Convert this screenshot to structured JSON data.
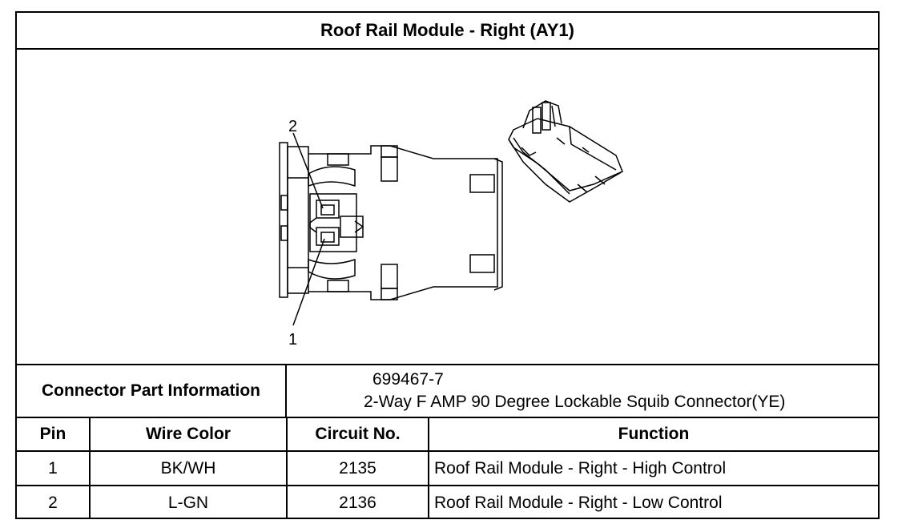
{
  "title": "Roof Rail Module - Right (AY1)",
  "drawing": {
    "callouts": [
      "2",
      "1"
    ]
  },
  "connector_info": {
    "label": "Connector Part Information",
    "part_number": "699467-7",
    "description": "2-Way F AMP 90 Degree Lockable Squib Connector(YE)"
  },
  "table": {
    "headers": [
      "Pin",
      "Wire Color",
      "Circuit No.",
      "Function"
    ],
    "rows": [
      {
        "pin": "1",
        "wire_color": "BK/WH",
        "circuit": "2135",
        "function": "Roof Rail Module - Right - High Control"
      },
      {
        "pin": "2",
        "wire_color": "L-GN",
        "circuit": "2136",
        "function": "Roof Rail Module - Right - Low Control"
      }
    ]
  }
}
